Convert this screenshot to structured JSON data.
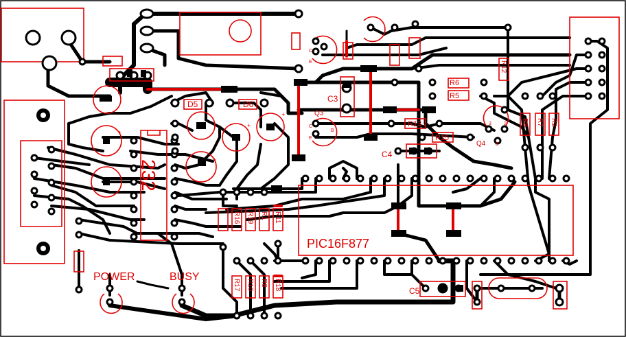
{
  "board": {
    "colors": {
      "trace": "#000000",
      "silk": "#e00000",
      "background": "#ffffff"
    },
    "labels": {
      "mcu": "PIC16F877",
      "driver": "232",
      "power": "POWER",
      "busy": "BUSY",
      "r2": "R2",
      "r5": "R5",
      "r6": "R6",
      "r7": "R7",
      "r8": "R8",
      "r10": "R10",
      "r11": "R11",
      "r12": "R12",
      "r13": "R13",
      "r15": "R15",
      "r16": "R16",
      "r17": "R17",
      "r18": "R18",
      "r19": "R19",
      "r1x": "R1",
      "c3": "C3",
      "c4": "C4",
      "c5": "C5",
      "d5": "D5",
      "d6": "D6",
      "q3": "Q3",
      "q4": "Q4",
      "pin_c": "C",
      "pin_b": "B",
      "pin_e": "E",
      "pin_3": "3",
      "pin_2": "2",
      "pin_8": "8",
      "plus": "+"
    }
  }
}
